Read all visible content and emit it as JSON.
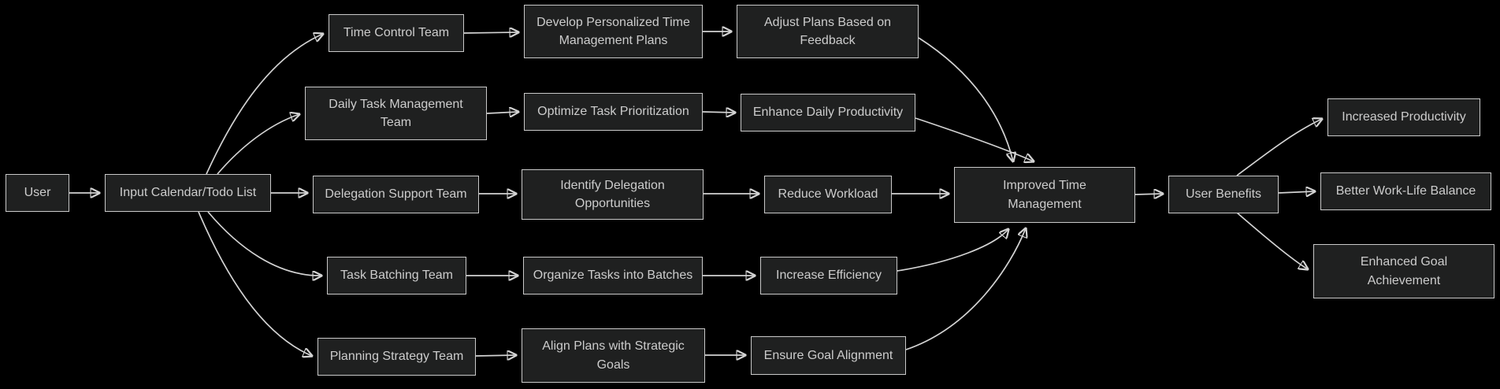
{
  "diagram": {
    "type": "flowchart-left-to-right",
    "colors": {
      "background": "#000000",
      "node_fill": "#1f2020",
      "node_border": "#c9c9c9",
      "node_text": "#cccccc",
      "edge_line": "#d3d3d3",
      "arrowhead": "#d3d3d3"
    },
    "nodes": {
      "user": {
        "label": "User"
      },
      "input_calendar": {
        "label": "Input Calendar/Todo List"
      },
      "time_control": {
        "label": "Time Control Team"
      },
      "daily_task": {
        "label": "Daily Task Management\nTeam"
      },
      "delegation_support": {
        "label": "Delegation Support Team"
      },
      "task_batching": {
        "label": "Task Batching Team"
      },
      "planning_strategy": {
        "label": "Planning Strategy Team"
      },
      "develop_personalized": {
        "label": "Develop Personalized Time\nManagement Plans"
      },
      "optimize_task": {
        "label": "Optimize Task Prioritization"
      },
      "identify_delegation": {
        "label": "Identify Delegation\nOpportunities"
      },
      "organize_tasks": {
        "label": "Organize Tasks into Batches"
      },
      "align_plans": {
        "label": "Align Plans with Strategic\nGoals"
      },
      "adjust_plans": {
        "label": "Adjust Plans Based on\nFeedback"
      },
      "enhance_daily": {
        "label": "Enhance Daily Productivity"
      },
      "reduce_workload": {
        "label": "Reduce Workload"
      },
      "increase_efficiency": {
        "label": "Increase Efficiency"
      },
      "ensure_goal": {
        "label": "Ensure Goal Alignment"
      },
      "improved_time": {
        "label": "Improved Time\nManagement"
      },
      "user_benefits": {
        "label": "User Benefits"
      },
      "increased_productivity": {
        "label": "Increased Productivity"
      },
      "better_balance": {
        "label": "Better Work-Life Balance"
      },
      "enhanced_goal": {
        "label": "Enhanced Goal\nAchievement"
      }
    },
    "edges": [
      {
        "from": "user",
        "to": "input_calendar"
      },
      {
        "from": "input_calendar",
        "to": "time_control"
      },
      {
        "from": "input_calendar",
        "to": "daily_task"
      },
      {
        "from": "input_calendar",
        "to": "delegation_support"
      },
      {
        "from": "input_calendar",
        "to": "task_batching"
      },
      {
        "from": "input_calendar",
        "to": "planning_strategy"
      },
      {
        "from": "time_control",
        "to": "develop_personalized"
      },
      {
        "from": "daily_task",
        "to": "optimize_task"
      },
      {
        "from": "delegation_support",
        "to": "identify_delegation"
      },
      {
        "from": "task_batching",
        "to": "organize_tasks"
      },
      {
        "from": "planning_strategy",
        "to": "align_plans"
      },
      {
        "from": "develop_personalized",
        "to": "adjust_plans"
      },
      {
        "from": "optimize_task",
        "to": "enhance_daily"
      },
      {
        "from": "identify_delegation",
        "to": "reduce_workload"
      },
      {
        "from": "organize_tasks",
        "to": "increase_efficiency"
      },
      {
        "from": "align_plans",
        "to": "ensure_goal"
      },
      {
        "from": "adjust_plans",
        "to": "improved_time"
      },
      {
        "from": "enhance_daily",
        "to": "improved_time"
      },
      {
        "from": "reduce_workload",
        "to": "improved_time"
      },
      {
        "from": "increase_efficiency",
        "to": "improved_time"
      },
      {
        "from": "ensure_goal",
        "to": "improved_time"
      },
      {
        "from": "improved_time",
        "to": "user_benefits"
      },
      {
        "from": "user_benefits",
        "to": "increased_productivity"
      },
      {
        "from": "user_benefits",
        "to": "better_balance"
      },
      {
        "from": "user_benefits",
        "to": "enhanced_goal"
      }
    ]
  }
}
